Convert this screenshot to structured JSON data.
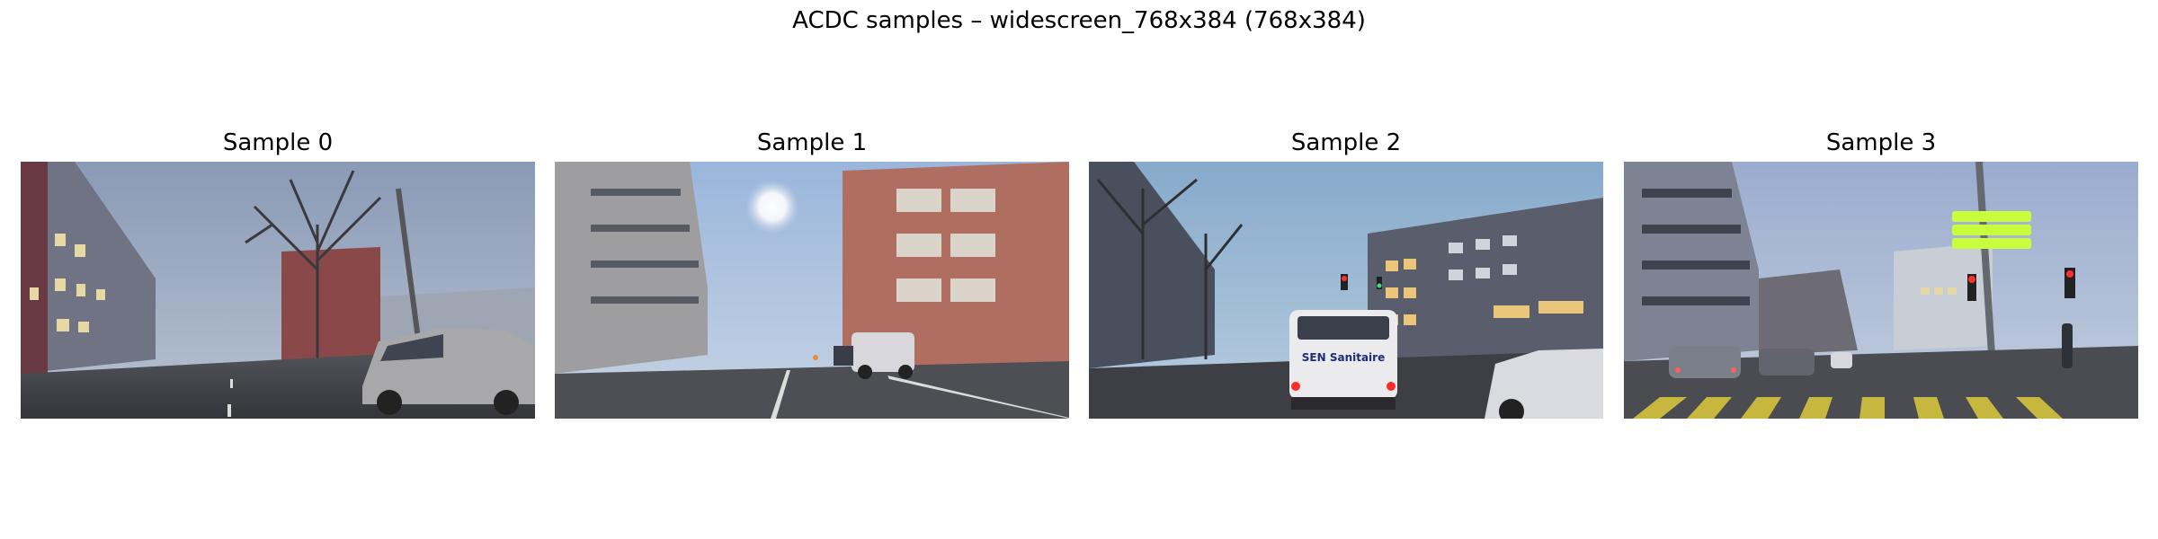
{
  "figure": {
    "title": "ACDC samples – widescreen_768x384 (768x384)"
  },
  "samples": [
    {
      "title": "Sample 0"
    },
    {
      "title": "Sample 1"
    },
    {
      "title": "Sample 2"
    },
    {
      "title": "Sample 3",
      "sign_color": "#c8ff3c"
    }
  ],
  "van": {
    "text": "SEN Sanitaire"
  }
}
